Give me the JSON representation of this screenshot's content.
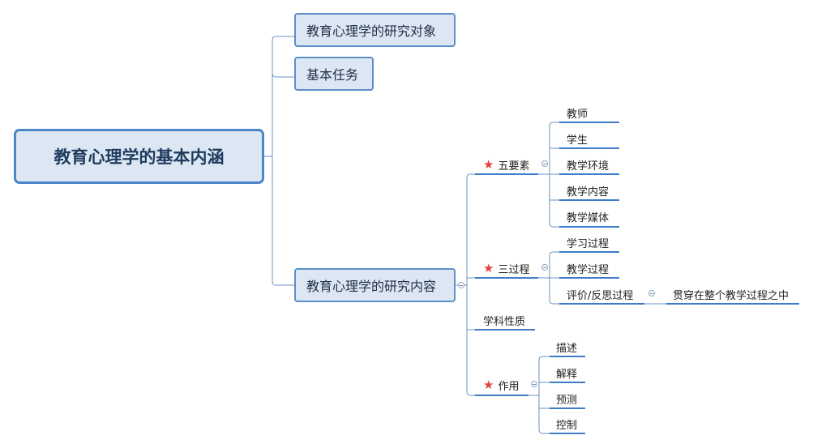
{
  "root": {
    "title": "教育心理学的基本内涵"
  },
  "branches": {
    "research_object": "教育心理学的研究对象",
    "basic_tasks": "基本任务",
    "research_content": "教育心理学的研究内容"
  },
  "research_content": {
    "five_elements": {
      "label": "五要素",
      "starred": true,
      "items": [
        "教师",
        "学生",
        "教学环境",
        "教学内容",
        "教学媒体"
      ]
    },
    "three_processes": {
      "label": "三过程",
      "starred": true,
      "items": [
        "学习过程",
        "教学过程",
        "评价/反思过程"
      ],
      "evaluation_note": "贯穿在整个教学过程之中"
    },
    "discipline_nature": {
      "label": "学科性质"
    },
    "functions": {
      "label": "作用",
      "starred": true,
      "items": [
        "描述",
        "解释",
        "预测",
        "控制"
      ]
    }
  },
  "colors": {
    "root_border": "#4a86c8",
    "box_fill": "#dce7f3",
    "connector": "#6b93c4",
    "star": "#e0443c"
  }
}
